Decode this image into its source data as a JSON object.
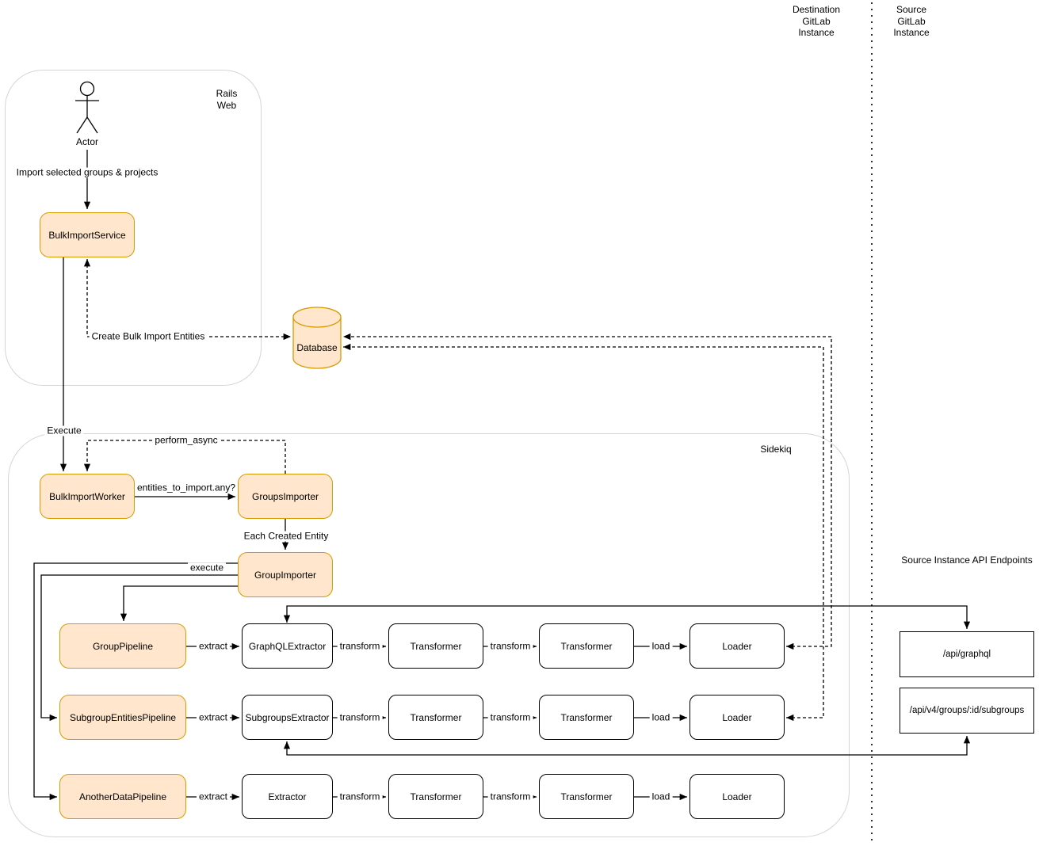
{
  "headers": {
    "destination_instance": "Destination\nGitLab\nInstance",
    "source_instance": "Source\nGitLab\nInstance",
    "api_endpoints_title": "Source Instance API Endpoints"
  },
  "containers": {
    "rails_web": "Rails\nWeb",
    "sidekiq": "Sidekiq"
  },
  "nodes": {
    "actor": "Actor",
    "bulk_import_service": "BulkImportService",
    "database": "Database",
    "bulk_import_worker": "BulkImportWorker",
    "groups_importer": "GroupsImporter",
    "group_importer": "GroupImporter",
    "group_pipeline": "GroupPipeline",
    "subgroup_entities_pipeline": "SubgroupEntitiesPipeline",
    "another_data_pipeline": "AnotherDataPipeline",
    "graphql_extractor": "GraphQLExtractor",
    "subgroups_extractor": "SubgroupsExtractor",
    "extractor": "Extractor",
    "transformer": "Transformer",
    "loader": "Loader"
  },
  "endpoints": {
    "graphql": "/api/graphql",
    "subgroups": "/api/v4/groups/:id/subgroups"
  },
  "edge_labels": {
    "import_selected": "Import selected groups & projects",
    "create_entities": "Create Bulk Import Entities",
    "execute": "Execute",
    "perform_async": "perform_async",
    "entities_any": "entities_to_import.any?",
    "each_created_entity": "Each Created Entity",
    "execute_lower": "execute",
    "extract": "extract",
    "transform": "transform",
    "load": "load"
  },
  "colors": {
    "accent_fill": "#FFE6CC",
    "accent_stroke": "#D79B00",
    "container_stroke": "#D5D5D5",
    "line": "#000000"
  }
}
